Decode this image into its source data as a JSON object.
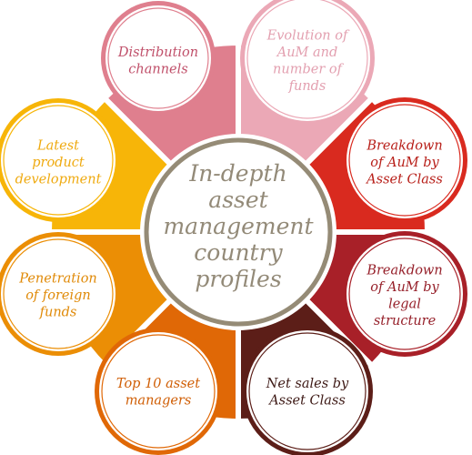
{
  "center": {
    "lines": [
      "In-depth",
      "asset",
      "management",
      "country",
      "profiles"
    ],
    "ring_color": "#958b76"
  },
  "nodes": [
    {
      "id": "distribution-channels",
      "lines": [
        "Distribution",
        "channels"
      ],
      "color": "#df7f8e",
      "text_color": "#c0506a"
    },
    {
      "id": "evolution-aum",
      "lines": [
        "Evolution of",
        "AuM and",
        "number of",
        "funds"
      ],
      "color": "#eba8b6",
      "text_color": "#e3a0b0"
    },
    {
      "id": "breakdown-asset-class",
      "lines": [
        "Breakdown",
        "of AuM by",
        "Asset Class"
      ],
      "color": "#d92a1f",
      "text_color": "#b8201a"
    },
    {
      "id": "breakdown-legal-structure",
      "lines": [
        "Breakdown",
        "of AuM by",
        "legal",
        "structure"
      ],
      "color": "#a82028",
      "text_color": "#96202a"
    },
    {
      "id": "net-sales",
      "lines": [
        "Net sales by",
        "Asset Class"
      ],
      "color": "#5c1e18",
      "text_color": "#3e1a16"
    },
    {
      "id": "top-10-managers",
      "lines": [
        "Top 10 asset",
        "managers"
      ],
      "color": "#e06806",
      "text_color": "#d05e05"
    },
    {
      "id": "penetration-foreign-funds",
      "lines": [
        "Penetration",
        "of foreign",
        "funds"
      ],
      "color": "#eb8e05",
      "text_color": "#e08a08"
    },
    {
      "id": "latest-product-development",
      "lines": [
        "Latest",
        "product",
        "development"
      ],
      "color": "#f7b508",
      "text_color": "#efaa10"
    }
  ]
}
